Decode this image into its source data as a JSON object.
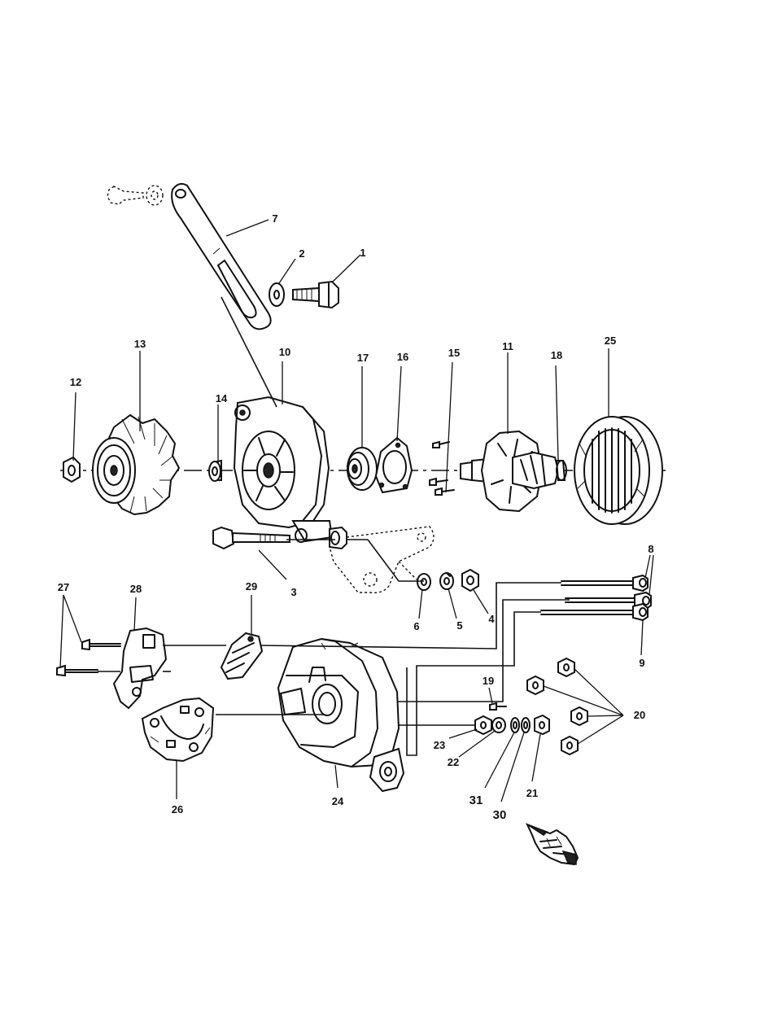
{
  "callouts": {
    "c1": "1",
    "c2": "2",
    "c3": "3",
    "c4": "4",
    "c5": "5",
    "c6": "6",
    "c7": "7",
    "c8": "8",
    "c9": "9",
    "c10": "10",
    "c11": "11",
    "c12": "12",
    "c13": "13",
    "c14": "14",
    "c15": "15",
    "c16": "16",
    "c17": "17",
    "c18": "18",
    "c19": "19",
    "c20": "20",
    "c21": "21",
    "c22": "22",
    "c23": "23",
    "c24": "24",
    "c25": "25",
    "c26": "26",
    "c27": "27",
    "c28": "28",
    "c29": "29",
    "c30": "30",
    "c31": "31"
  },
  "icons": {
    "pointing_hand": "pointing-hand-icon"
  }
}
